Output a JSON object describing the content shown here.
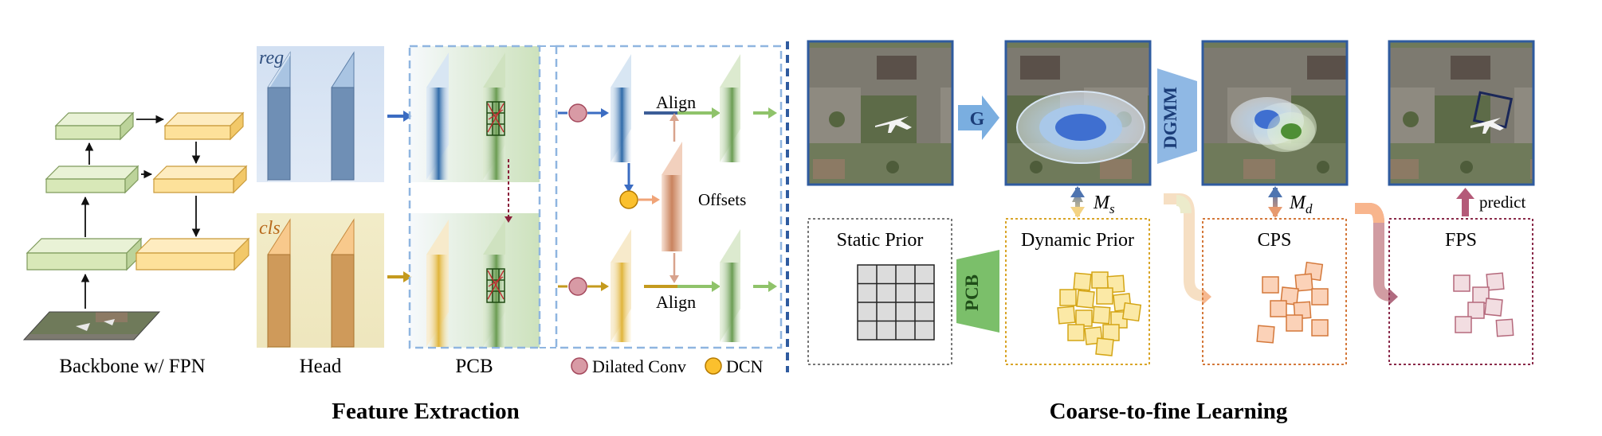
{
  "labels": {
    "backbone": "Backbone w/ FPN",
    "head": "Head",
    "pcb": "PCB",
    "reg": "reg",
    "cls": "cls",
    "align_top": "Align",
    "align_bottom": "Align",
    "offsets": "Offsets",
    "dilated_conv": "Dilated Conv",
    "dcn": "DCN",
    "feature_extraction": "Feature Extraction",
    "coarse_to_fine": "Coarse-to-fine Learning",
    "g": "G",
    "dgmm": "DGMM",
    "m_s": "M",
    "m_s_sub": "s",
    "m_d": "M",
    "m_d_sub": "d",
    "predict": "predict",
    "static_prior": "Static Prior",
    "dynamic_prior": "Dynamic Prior",
    "cps": "CPS",
    "fps": "FPS",
    "pcb_block": "PCB"
  },
  "colors": {
    "reg_blue": "#6f8fb5",
    "cls_orange": "#e8ad6a",
    "green_fpn": "#d8e8b8",
    "yellow_fpn": "#fde19a",
    "dash_blue": "#8fb5e0",
    "static_border": "#777777",
    "dynamic_border": "#d9a528",
    "cps_border": "#d4783a",
    "fps_border": "#8a2a4a",
    "divider": "#2f5b9f"
  }
}
